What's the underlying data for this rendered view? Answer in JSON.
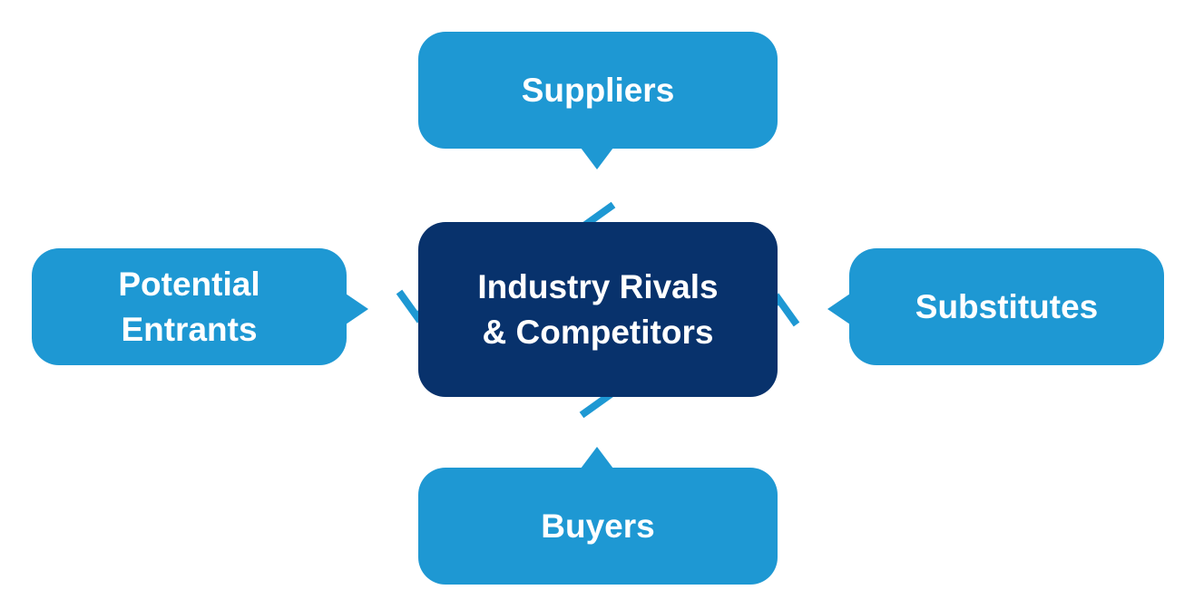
{
  "diagram": {
    "center": {
      "label": "Industry Rivals\n& Competitors"
    },
    "forces": {
      "suppliers": {
        "label": "Suppliers"
      },
      "buyers": {
        "label": "Buyers"
      },
      "entrants": {
        "label": "Potential\nEntrants"
      },
      "substitutes": {
        "label": "Substitutes"
      }
    },
    "colors": {
      "force_box": "#1e98d3",
      "center_box": "#08326c",
      "arrow": "#1e98d3",
      "text": "#ffffff"
    }
  }
}
